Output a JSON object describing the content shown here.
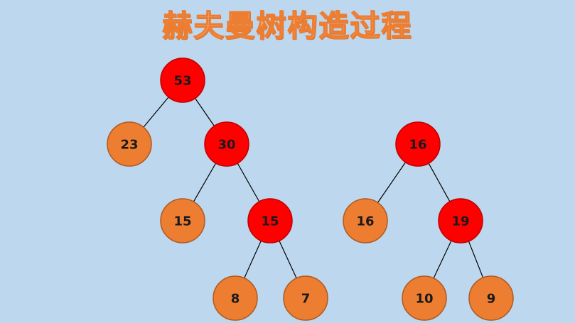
{
  "title": "赫夫曼树构造过程",
  "colors": {
    "background": "#bdd7ee",
    "internal_node": "#ff0000",
    "leaf_node": "#ed7d31",
    "title": "#ed7d31"
  },
  "trees": [
    {
      "root": {
        "value": "53",
        "kind": "internal",
        "children": [
          {
            "value": "23",
            "kind": "leaf"
          },
          {
            "value": "30",
            "kind": "internal",
            "children": [
              {
                "value": "15",
                "kind": "leaf"
              },
              {
                "value": "15",
                "kind": "internal",
                "children": [
                  {
                    "value": "8",
                    "kind": "leaf"
                  },
                  {
                    "value": "7",
                    "kind": "leaf"
                  }
                ]
              }
            ]
          }
        ]
      }
    },
    {
      "root": {
        "value": "16",
        "kind": "internal",
        "children": [
          {
            "value": "16",
            "kind": "leaf"
          },
          {
            "value": "19",
            "kind": "internal",
            "children": [
              {
                "value": "10",
                "kind": "leaf"
              },
              {
                "value": "9",
                "kind": "leaf"
              }
            ]
          }
        ]
      }
    }
  ]
}
